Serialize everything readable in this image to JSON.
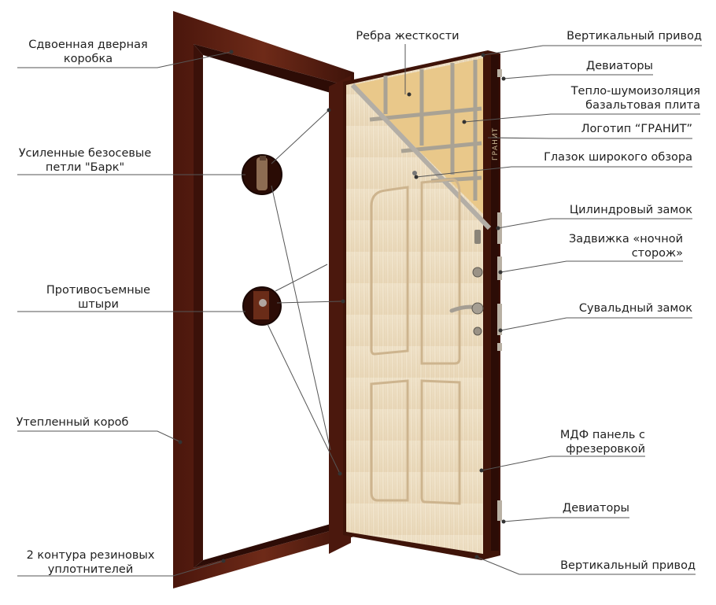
{
  "labels": {
    "double_frame": [
      "Сдвоенная дверная",
      "коробка"
    ],
    "hinges": [
      "Усиленные безосевые",
      "петли \"Барк\""
    ],
    "anti_removal": [
      "Противосъемные",
      "штыри"
    ],
    "insulated_box": [
      "Утепленный короб"
    ],
    "seal_contours": [
      "2 контура резиновых",
      "уплотнителей"
    ],
    "ribs": [
      "Ребра жесткости"
    ],
    "vertical_drive_top": [
      "Вертикальный привод"
    ],
    "deviators_top": [
      "Девиаторы"
    ],
    "insulation": [
      "Тепло-шумоизоляция",
      "базальтовая плита"
    ],
    "logo": [
      "Логотип “ГРАНИТ”"
    ],
    "peephole": [
      "Глазок широкого обзора"
    ],
    "cylinder_lock": [
      "Цилиндровый замок"
    ],
    "night_latch": [
      "Задвижка «ночной",
      "сторож»"
    ],
    "lever_lock": [
      "Сувальдный замок"
    ],
    "mdf_panel": [
      "МДФ панель с",
      "фрезеровкой"
    ],
    "deviators_bottom": [
      "Девиаторы"
    ],
    "vertical_drive_bottom": [
      "Вертикальный привод"
    ]
  },
  "logo_text": "ГРАНИТ",
  "colors": {
    "frame": "#5a1e12",
    "frame_dark": "#3a120a",
    "panel": "#efe2c8",
    "insulation": "#e8c98a",
    "grid": "#a9a294",
    "line": "#555555"
  }
}
